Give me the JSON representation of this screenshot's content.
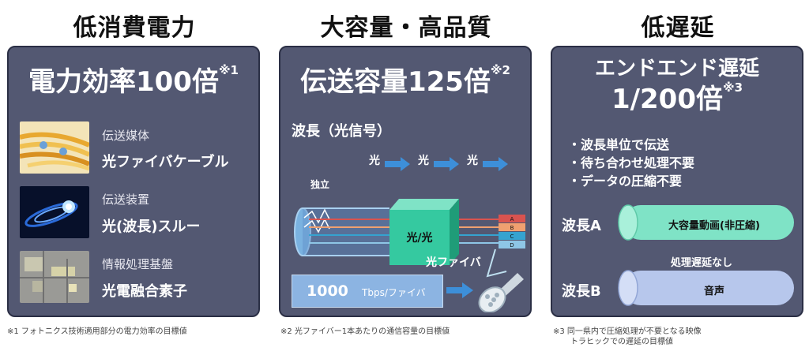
{
  "columns": [
    {
      "title": "低消費電力",
      "headline": "電力効率100倍",
      "headline_note": "※1",
      "items": [
        {
          "category": "伝送媒体",
          "value": "光ファイバケーブル",
          "icon": "fiber-cable-photo"
        },
        {
          "category": "伝送装置",
          "value": "光(波長)スルー",
          "icon": "light-transmission-photo"
        },
        {
          "category": "情報処理基盤",
          "value": "光電融合素子",
          "icon": "chip-photo"
        }
      ],
      "footnote": "※1 フォトニクス技術適用部分の電力効率の目標値"
    },
    {
      "title": "大容量・高品質",
      "headline": "伝送容量125倍",
      "headline_note": "※2",
      "subtitle": "波長（光信号）",
      "light_label": "光",
      "independent_label": "独立",
      "wavelength_label": "波長",
      "box_label": "光/光",
      "channels": [
        "A",
        "B",
        "C",
        "D"
      ],
      "fiber_label": "光ファイバ",
      "capacity_value": "1000",
      "capacity_unit": "Tbps/ファイバ",
      "footnote": "※2 光ファイバー1本あたりの通信容量の目標値"
    },
    {
      "title": "低遅延",
      "headline_line1": "エンドエンド遅延",
      "headline_line2": "1/200倍",
      "headline_note": "※3",
      "bullets": [
        "・波長単位で伝送",
        "・待ち合わせ処理不要",
        "・データの圧縮不要"
      ],
      "wavelength_a": "波長A",
      "capsule_a": "大容量動画(非圧縮)",
      "no_delay": "処理遅延なし",
      "wavelength_b": "波長B",
      "capsule_b": "音声",
      "footnote_line1": "※3 同一県内で圧縮処理が不要となる映像",
      "footnote_line2": "トラヒックでの遅延の目標値"
    }
  ],
  "colors": {
    "panel_bg": "#535872",
    "panel_border": "#2b2f45",
    "arrow_blue": "#3d8fd9",
    "box_green": "#35c9a0",
    "capsule_green": "#7fe3c6",
    "capsule_blue": "#b7c7ec",
    "capacity_box": "#8cb4e2",
    "channel_a": "#d9534f",
    "channel_b": "#f0a070",
    "channel_c": "#35a3d0",
    "channel_d": "#8ec6e6"
  }
}
